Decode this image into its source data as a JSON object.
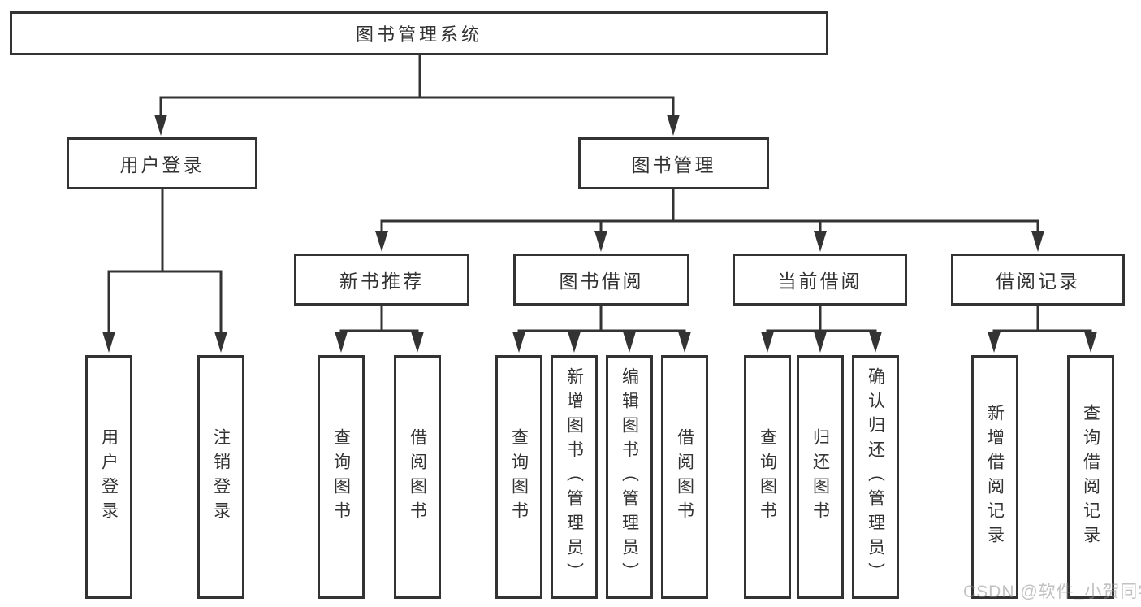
{
  "watermark": "CSDN @软件_小贺同学",
  "colors": {
    "line": "#333333",
    "box_border": "#333333",
    "text": "#333333",
    "background": "#ffffff",
    "watermark": "#a8a8a8"
  },
  "tree": {
    "root": "图书管理系统",
    "branches": [
      {
        "label": "用户登录",
        "children": [
          "用户登录",
          "注销登录"
        ]
      },
      {
        "label": "图书管理",
        "groups": [
          {
            "label": "新书推荐",
            "children": [
              "查询图书",
              "借阅图书"
            ]
          },
          {
            "label": "图书借阅",
            "children": [
              "查询图书",
              "新增图书（管理员）",
              "编辑图书（管理员）",
              "借阅图书"
            ]
          },
          {
            "label": "当前借阅",
            "children": [
              "查询图书",
              "归还图书",
              "确认归还（管理员）"
            ]
          },
          {
            "label": "借阅记录",
            "children": [
              "新增借阅记录",
              "查询借阅记录"
            ]
          }
        ]
      }
    ]
  }
}
